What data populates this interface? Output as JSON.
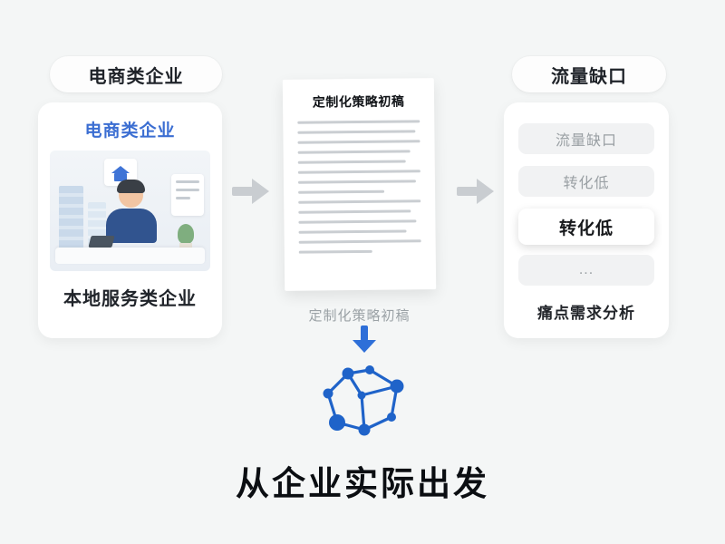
{
  "left": {
    "pill_label": "电商类企业",
    "card_title": "电商类企业",
    "card_caption": "本地服务类企业"
  },
  "middle": {
    "doc_title": "定制化策略初稿",
    "caption": "定制化策略初稿"
  },
  "right": {
    "pill_label": "流量缺口",
    "items": [
      {
        "label": "流量缺口",
        "selected": false
      },
      {
        "label": "转化低",
        "selected": false
      },
      {
        "label": "转化低",
        "selected": true
      },
      {
        "label": "...",
        "selected": false
      }
    ],
    "caption": "痛点需求分析"
  },
  "footer": {
    "title": "从企业实际出发"
  },
  "icons": {
    "arrow_right": "arrow-right-icon",
    "arrow_down": "arrow-down-icon",
    "network": "network-graph-icon",
    "house": "house-icon"
  },
  "colors": {
    "background": "#f4f6f6",
    "accent_blue": "#2e6fd8",
    "card_title_blue": "#3b6ed2",
    "text_dark": "#1c2026",
    "text_muted": "#9aa0a4",
    "arrow_gray": "#c9cdd1",
    "network_blue": "#1f63c9"
  }
}
